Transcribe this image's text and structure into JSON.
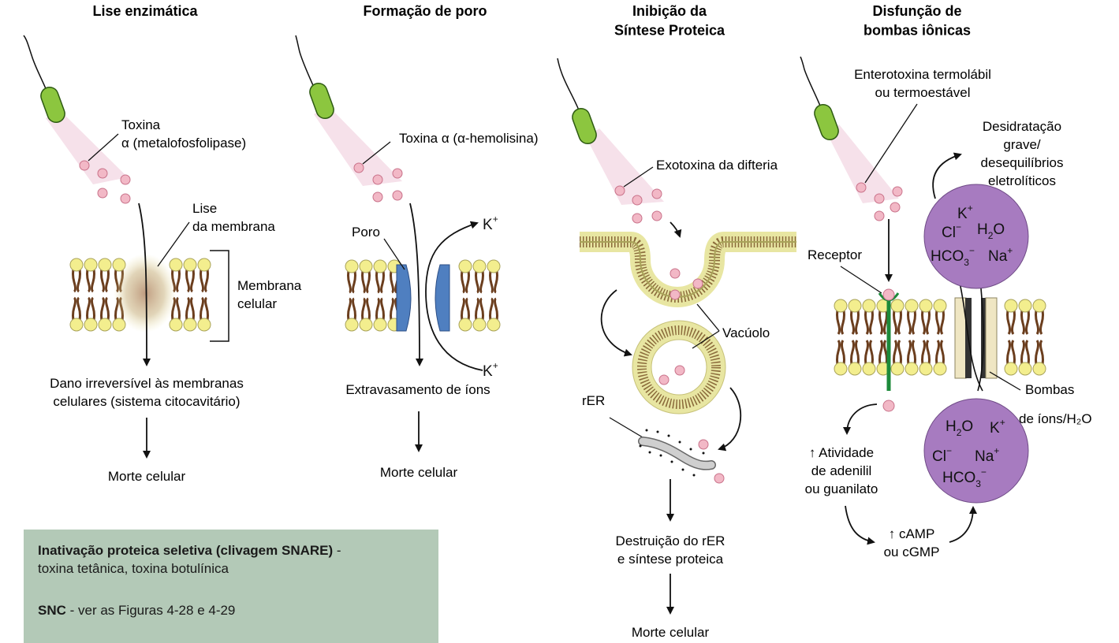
{
  "panels": [
    {
      "title_lines": [
        "Lise enzimática"
      ],
      "toxin_lines": [
        "Toxina",
        "α (metalofosfolipase)"
      ],
      "lysis_lines": [
        "Lise",
        "da membrana"
      ],
      "membrane_lines": [
        "Membrana",
        "celular"
      ],
      "damage_lines": [
        "Dano irreversível às membranas",
        "celulares (sistema citocavitário)"
      ],
      "outcome": "Morte celular"
    },
    {
      "title_lines": [
        "Formação de poro"
      ],
      "toxin_label": "Toxina α (α-hemolisina)",
      "pore_label": "Poro",
      "ion_k": "K",
      "ion_plus": "+",
      "leak_label": "Extravasamento de íons",
      "outcome": "Morte celular"
    },
    {
      "title_lines": [
        "Inibição da",
        "Síntese Proteica"
      ],
      "toxin_label": "Exotoxina da difteria",
      "vacuole_label": "Vacúolo",
      "rer_label": "rER",
      "destruction_lines": [
        "Destruição do rER",
        "e síntese proteica"
      ],
      "outcome": "Morte celular"
    },
    {
      "title_lines": [
        "Disfunção de",
        "bombas iônicas"
      ],
      "toxin_lines": [
        "Enterotoxina termolábil",
        "ou termoestável"
      ],
      "dehydration_lines": [
        "Desidratação",
        "grave/",
        "desequilíbrios",
        "eletrolíticos"
      ],
      "receptor_label": "Receptor",
      "pumps_lines": [
        "Bombas",
        "de íons/H₂O"
      ],
      "activity_lines": [
        "↑ Atividade",
        "de adenilil",
        "ou guanilato"
      ],
      "camp_lines": [
        "↑ cAMP",
        "ou cGMP"
      ]
    }
  ],
  "note": {
    "line1_bold": "Inativação proteica seletiva (clivagem SNARE)",
    "line1_rest": " -",
    "line2": "toxina tetânica, toxina botulínica",
    "line3_bold": "SNC",
    "line3_rest": " - ver as Figuras 4-28 e 4-29"
  },
  "colors": {
    "bacterium": "#8cc63f",
    "toxin_cone": "#f6e1ea",
    "toxin_dot": "#f2b8c6",
    "lipid_head": "#f3ee8e",
    "lipid_tail": "#6b3e1e",
    "pore": "#4f7fc0",
    "ion_circle": "#a77bc0",
    "receptor": "#1c8a3a",
    "note_bg": "#b3c9b7"
  }
}
